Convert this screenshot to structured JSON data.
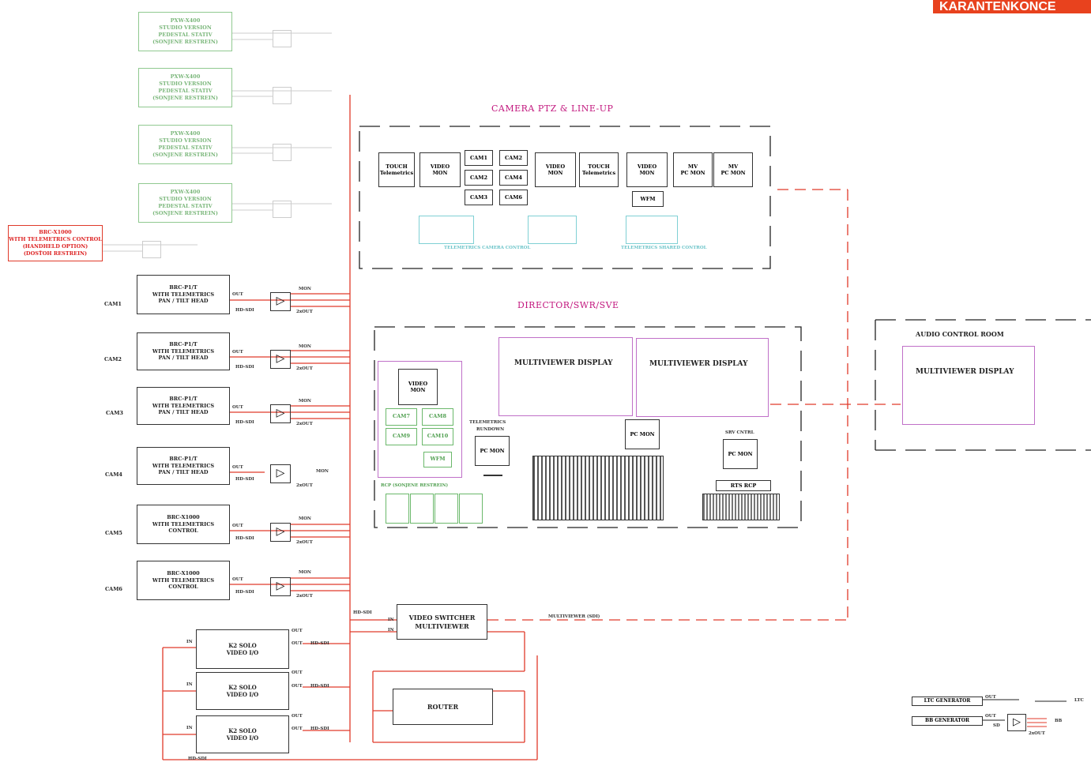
{
  "badge": "KARANTENKONCE",
  "sections": {
    "camera_ptz": "CAMERA PTZ & LINE-UP",
    "director": "DIRECTOR/SWR/SVE",
    "audio": "AUDIO CONTROL ROOM"
  },
  "faded_units": [
    [
      "PXW-X400",
      "STUDIO VERSION",
      "PEDESTAL STATIV",
      "(SONJENE RESTREIN)"
    ],
    [
      "PXW-X400",
      "STUDIO VERSION",
      "PEDESTAL STATIV",
      "(SONJENE RESTREIN)"
    ],
    [
      "PXW-X400",
      "STUDIO VERSION",
      "PEDESTAL STATIV",
      "(SONJENE RESTREIN)"
    ],
    [
      "PXW-X400",
      "STUDIO VERSION",
      "PEDESTAL STATIV",
      "(SONJENE RESTREIN)"
    ]
  ],
  "red_unit": [
    "BRC-X1000",
    "WITH TELEMETRICS CONTROL",
    "(HANDHELD OPTION)",
    "(DOSŤOH RESTREIN)"
  ],
  "cameras": [
    {
      "label": "CAM1",
      "lines": [
        "BRC-P1/T",
        "WITH TELEMETRICS",
        "PAN / TILT HEAD"
      ]
    },
    {
      "label": "CAM2",
      "lines": [
        "BRC-P1/T",
        "WITH TELEMETRICS",
        "PAN / TILT HEAD"
      ]
    },
    {
      "label": "CAM3",
      "lines": [
        "BRC-P1/T",
        "WITH TELEMETRICS",
        "PAN / TILT HEAD"
      ]
    },
    {
      "label": "CAM4",
      "lines": [
        "BRC-P1/T",
        "WITH TELEMETRICS",
        "PAN / TILT HEAD"
      ]
    },
    {
      "label": "CAM5",
      "lines": [
        "BRC-X1000",
        "WITH TELEMETRICS CONTROL"
      ]
    },
    {
      "label": "CAM6",
      "lines": [
        "BRC-X1000",
        "WITH TELEMETRICS CONTROL"
      ]
    }
  ],
  "port_labels": {
    "out": "OUT",
    "hdsdi": "HD-SDI",
    "mon": "MON",
    "twoout": "2xOUT",
    "in": "IN"
  },
  "ptz_panel": {
    "touch1": [
      "TOUCH",
      "Telemetrics"
    ],
    "video_mon1": [
      "VIDEO",
      "MON"
    ],
    "cams_left": [
      "CAM1",
      "CAM2",
      "CAM3"
    ],
    "cams_right": [
      "CAM2",
      "CAM4",
      "CAM6"
    ],
    "video_mon2": [
      "VIDEO",
      "MON"
    ],
    "touch2": [
      "TOUCH",
      "Telemetrics"
    ],
    "video_mon3": [
      "VIDEO",
      "MON"
    ],
    "wfm": "WFM",
    "mv_pc1": [
      "MV",
      "PC MON"
    ],
    "mv_pc2": [
      "MV",
      "PC MON"
    ],
    "tele_camera": "TELEMETRICS CAMERA CONTROL",
    "tele_shared": "TELEMETRICS SHARED CONTROL"
  },
  "director_panel": {
    "video_mon": [
      "VIDEO",
      "MON"
    ],
    "cams": [
      "CAM7",
      "CAM8",
      "CAM9",
      "CAM10"
    ],
    "wfm": "WFM",
    "rcp": "RCP (SONJENE RESTREIN)",
    "mv1": "MULTIVIEWER DISPLAY",
    "mv2": "MULTIVIEWER DISPLAY",
    "tele_rundown": [
      "TELEMETRICS",
      "RUNDOWN"
    ],
    "pc_mon1": "PC MON",
    "pc_mon2": "PC MON",
    "pc_mon3": "PC MON",
    "srv_cntrl": "SRV CNTRL",
    "rcp2": "RTS RCP"
  },
  "audio_panel": {
    "mv": "MULTIVIEWER DISPLAY"
  },
  "video_switcher": [
    "VIDEO SWITCHER",
    "MULTIVIEWER"
  ],
  "router": "ROUTER",
  "k2": [
    [
      "K2 SOLO",
      "VIDEO I/O"
    ],
    [
      "K2 SOLO",
      "VIDEO I/O"
    ],
    [
      "K2 SOLO",
      "VIDEO I/O"
    ]
  ],
  "hdsdi_in": "HD-SDI",
  "multiviewer_sdi": "MULTIVIEWER (SDI)",
  "ltc_gen": "LTC GENERATOR",
  "bb_gen": "BB GENERATOR",
  "ltc": "LTC",
  "bb": "BB",
  "sd": "SD"
}
